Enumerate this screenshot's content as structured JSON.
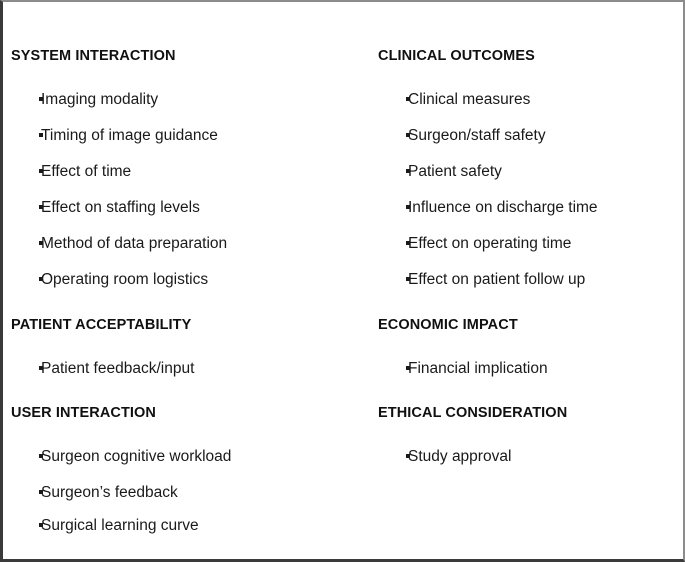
{
  "figure": {
    "layout": "two-column-bulleted-list",
    "border_color": "#8c8c8c",
    "text_color": "#1a1a1a",
    "bullet_glyph": "square-dot"
  },
  "left_column": {
    "sections": [
      {
        "header": "SYSTEM INTERACTION",
        "items": [
          "Imaging modality",
          "Timing of image guidance",
          "Effect of time",
          "Effect on staffing levels",
          "Method of data preparation",
          "Operating room logistics"
        ]
      },
      {
        "header": "PATIENT ACCEPTABILITY",
        "items": [
          "Patient feedback/input"
        ]
      },
      {
        "header": "USER INTERACTION",
        "items": [
          "Surgeon cognitive workload",
          "Surgeon’s feedback",
          "Surgical learning curve"
        ]
      }
    ]
  },
  "right_column": {
    "sections": [
      {
        "header": "CLINICAL OUTCOMES",
        "items": [
          "Clinical measures",
          "Surgeon/staff safety",
          "Patient safety",
          "Influence on discharge time",
          "Effect on operating time",
          "Effect on patient follow up"
        ]
      },
      {
        "header": "ECONOMIC IMPACT",
        "items": [
          "Financial implication"
        ]
      },
      {
        "header": "ETHICAL CONSIDERATION",
        "items": [
          "Study approval"
        ]
      }
    ]
  }
}
